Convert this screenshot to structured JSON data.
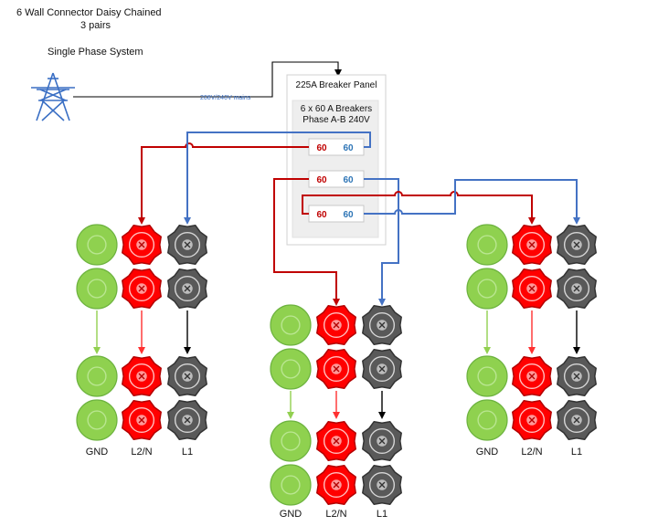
{
  "header": {
    "title_line1": "6 Wall Connector Daisy Chained",
    "title_line2": "3 pairs",
    "subtitle": "Single Phase System"
  },
  "mains": {
    "label": "208V/240V mains",
    "icon": "power-tower-icon"
  },
  "panel": {
    "title": "225A Breaker Panel",
    "breakers_line1": "6 x 60 A Breakers",
    "breakers_line2": "Phase A-B 240V",
    "breakers": [
      {
        "left": "60",
        "right": "60"
      },
      {
        "left": "60",
        "right": "60"
      },
      {
        "left": "60",
        "right": "60"
      }
    ]
  },
  "groups": [
    {
      "labels": {
        "gnd": "GND",
        "l2n": "L2/N",
        "l1": "L1"
      }
    },
    {
      "labels": {
        "gnd": "GND",
        "l2n": "L2/N",
        "l1": "L1"
      }
    },
    {
      "labels": {
        "gnd": "GND",
        "l2n": "L2/N",
        "l1": "L1"
      }
    }
  ],
  "colors": {
    "gnd_fill": "#8fd14f",
    "gnd_stroke": "#6db33f",
    "l2n_fill": "#ff0000",
    "l2n_stroke": "#b30000",
    "l1_fill": "#595959",
    "l1_stroke": "#333333",
    "wire_red": "#c00000",
    "wire_blue": "#4472c4",
    "wire_green": "#92d050",
    "wire_black": "#000000",
    "breaker_red": "#c00000",
    "breaker_blue": "#2e75b6"
  }
}
